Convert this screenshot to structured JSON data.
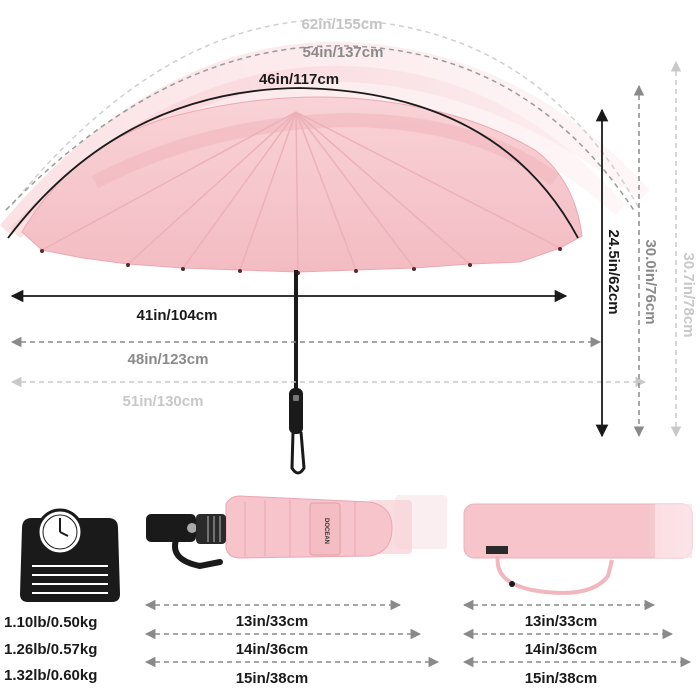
{
  "colors": {
    "canopy": "#f6c6cc",
    "canopy_dark": "#ee b0b8",
    "dark_line": "#1a1a1a",
    "mid_line": "#8a8a8a",
    "light_line": "#c8c8c8"
  },
  "arc_labels": {
    "large": "62in/155cm",
    "medium": "54in/137cm",
    "small": "46in/117cm"
  },
  "width_labels": {
    "small": "41in/104cm",
    "medium": "48in/123cm",
    "large": "51in/130cm"
  },
  "height_labels": {
    "small": "24.5in/62cm",
    "medium": "30.0in/76cm",
    "large": "30.7in/78cm"
  },
  "folded_labels": {
    "small": "13in/33cm",
    "medium": "14in/36cm",
    "large": "15in/38cm"
  },
  "sleeve_labels": {
    "small": "13in/33cm",
    "medium": "14in/36cm",
    "large": "15in/38cm"
  },
  "weights": [
    "1.10lb/0.50kg",
    "1.26lb/0.57kg",
    "1.32lb/0.60kg"
  ],
  "brand_text": "DOCEAN",
  "icons": [
    "weight-scale-icon"
  ]
}
